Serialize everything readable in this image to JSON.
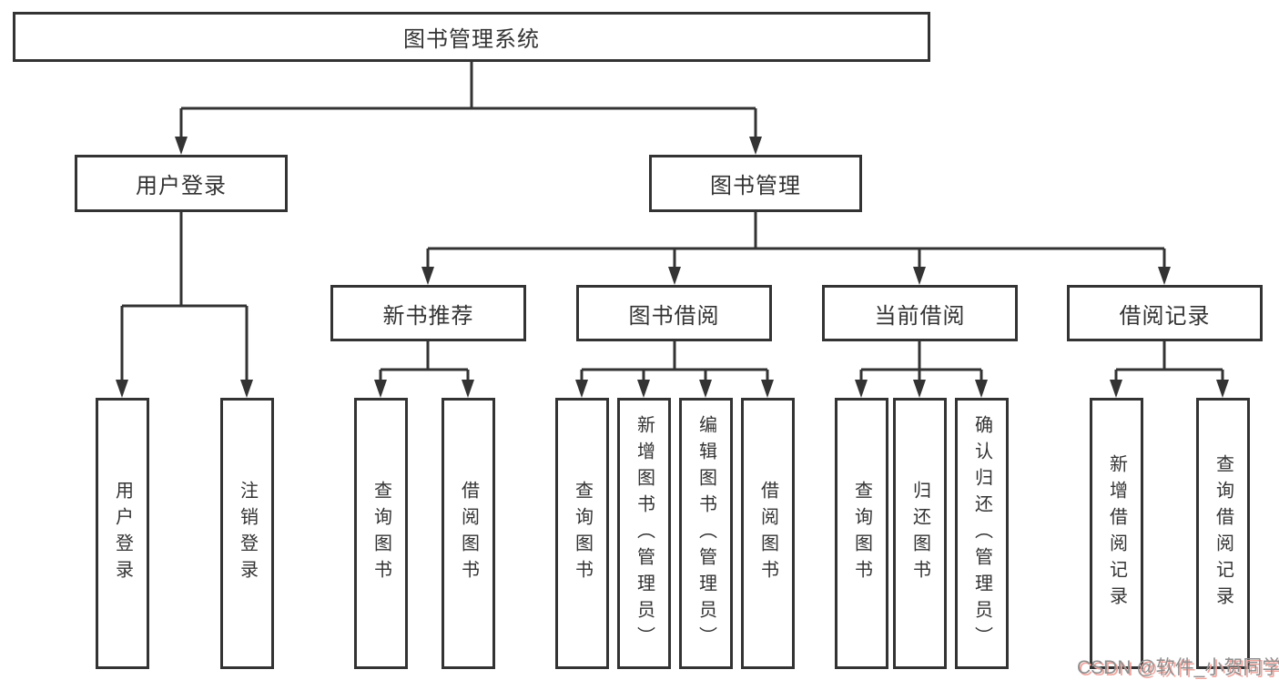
{
  "nodes": {
    "root": {
      "label": "图书管理系统"
    },
    "user_login": {
      "label": "用户登录"
    },
    "book_mgmt": {
      "label": "图书管理"
    },
    "new_book_rec": {
      "label": "新书推荐"
    },
    "book_borrow": {
      "label": "图书借阅"
    },
    "current_borrow": {
      "label": "当前借阅"
    },
    "borrow_records": {
      "label": "借阅记录"
    },
    "user_login_leaf": {
      "label": "用户登录"
    },
    "logout_leaf": {
      "label": "注销登录"
    },
    "query_book_rec": {
      "label": "查询图书"
    },
    "borrow_book_rec": {
      "label": "借阅图书"
    },
    "query_book_borrow": {
      "label": "查询图书"
    },
    "add_book": {
      "label": "新增图书（管理员）"
    },
    "edit_book": {
      "label": "编辑图书（管理员）"
    },
    "borrow_book_borrow": {
      "label": "借阅图书"
    },
    "query_book_current": {
      "label": "查询图书"
    },
    "return_book": {
      "label": "归还图书"
    },
    "confirm_return": {
      "label": "确认归还（管理员）"
    },
    "add_borrow_record": {
      "label": "新增借阅记录"
    },
    "query_borrow_record": {
      "label": "查询借阅记录"
    }
  },
  "structure": {
    "root": [
      "user_login",
      "book_mgmt"
    ],
    "user_login": [
      "user_login_leaf",
      "logout_leaf"
    ],
    "book_mgmt": [
      "new_book_rec",
      "book_borrow",
      "current_borrow",
      "borrow_records"
    ],
    "new_book_rec": [
      "query_book_rec",
      "borrow_book_rec"
    ],
    "book_borrow": [
      "query_book_borrow",
      "add_book",
      "edit_book",
      "borrow_book_borrow"
    ],
    "current_borrow": [
      "query_book_current",
      "return_book",
      "confirm_return"
    ],
    "borrow_records": [
      "add_borrow_record",
      "query_borrow_record"
    ]
  },
  "watermark": {
    "text": "CSDN @软件_小贺同学"
  },
  "colors": {
    "line": "#333333",
    "text": "#333333",
    "box_bg": "#ffffff",
    "page_bg": "#ffffff",
    "watermark_text": "#8e8e8e",
    "watermark_shadow": "#f0a49c"
  }
}
